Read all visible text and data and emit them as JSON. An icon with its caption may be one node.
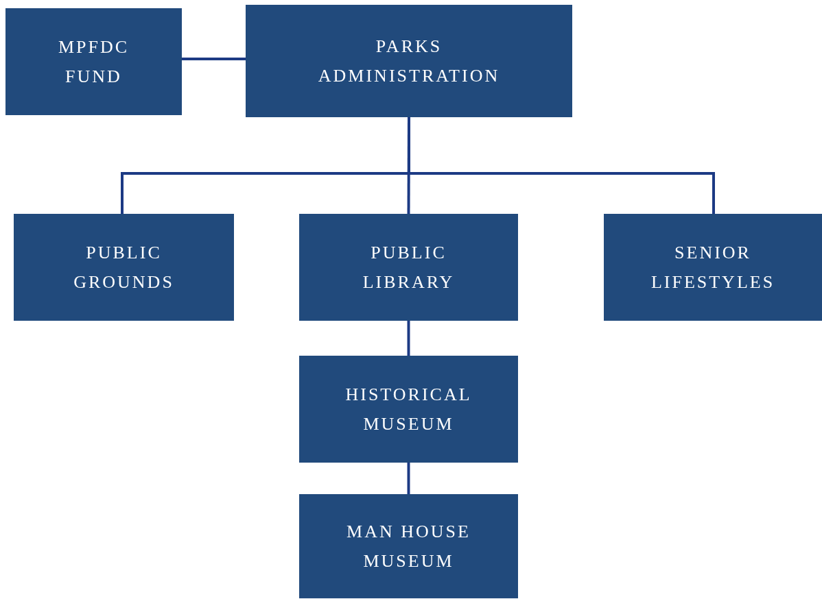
{
  "diagram": {
    "nodes": [
      {
        "text": [
          "MPFDC FUND"
        ]
      },
      {
        "text": [
          "PARKS ADMINISTRATION"
        ]
      },
      {
        "text": [
          "PUBLIC GROUNDS"
        ]
      },
      {
        "text": [
          "PUBLIC LIBRARY"
        ]
      },
      {
        "text": [
          "SENIOR LIFESTYLES"
        ]
      },
      {
        "text": [
          "HISTORICAL MUSEUM"
        ]
      },
      {
        "text": [
          "MAN HOUSE MUSEUM"
        ]
      }
    ],
    "edges": [
      {
        "from": 0,
        "to": 1,
        "arrow": "none"
      },
      {
        "from": 1,
        "to": 2,
        "arrow": "none"
      },
      {
        "from": 1,
        "to": 3,
        "arrow": "none"
      },
      {
        "from": 1,
        "to": 4,
        "arrow": "none"
      },
      {
        "from": 3,
        "to": 5,
        "arrow": "none"
      },
      {
        "from": 5,
        "to": 6,
        "arrow": "none"
      }
    ]
  }
}
